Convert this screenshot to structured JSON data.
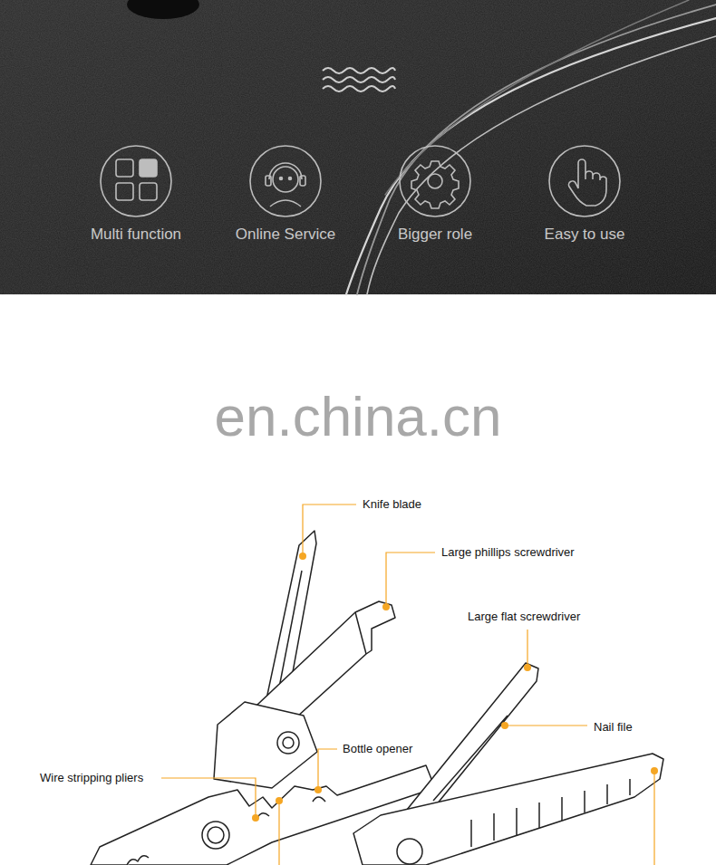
{
  "diagram": {
    "labels": [
      "Multi function",
      "Online Service",
      "Bigger role",
      "Easy to use",
      "en.china.cn",
      "Knife blade",
      "Large phillips screwdriver",
      "Large flat screwdriver",
      "Nail file",
      "Bottle opener",
      "Wire stripping pliers"
    ]
  }
}
